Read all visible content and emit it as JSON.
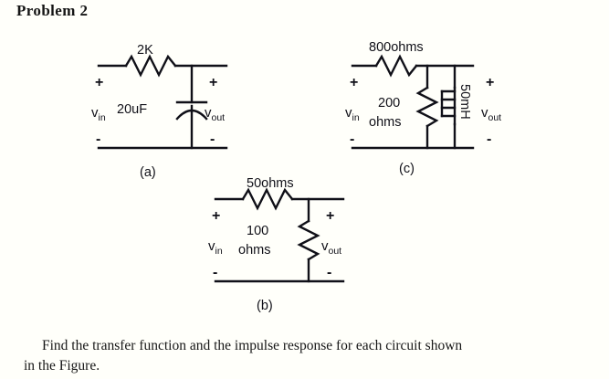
{
  "document": {
    "title": "Problem 2",
    "prose_line_1": "Find the transfer function and the impulse response for each circuit shown",
    "prose_line_2": "in the Figure.",
    "ink_color": "#101018",
    "background_color": "#fffffa"
  },
  "figures": [
    {
      "id": "a",
      "caption": "(a)",
      "series_element": {
        "kind": "resistor",
        "label": "2K"
      },
      "shunt_element": {
        "kind": "capacitor",
        "label": "20uF"
      },
      "input_label": "v",
      "input_sub": "in",
      "output_label": "v",
      "output_sub": "out",
      "plus_sign": "+",
      "minus_sign": "-"
    },
    {
      "id": "b",
      "caption": "(b)",
      "series_element": {
        "kind": "resistor",
        "label": "50ohms"
      },
      "shunt_element": {
        "kind": "resistor",
        "label_line_1": "100",
        "label_line_2": "ohms"
      },
      "input_label": "v",
      "input_sub": "in",
      "output_label": "v",
      "output_sub": "out",
      "plus_sign": "+",
      "minus_sign": "-"
    },
    {
      "id": "c",
      "caption": "(c)",
      "series_element": {
        "kind": "resistor",
        "label": "800ohms"
      },
      "shunt_element_1": {
        "kind": "resistor",
        "label_line_1": "200",
        "label_line_2": "ohms"
      },
      "shunt_element_2": {
        "kind": "inductor",
        "label": "50mH"
      },
      "input_label": "v",
      "input_sub": "in",
      "output_label": "v",
      "output_sub": "out",
      "plus_sign": "+",
      "minus_sign": "-"
    }
  ]
}
